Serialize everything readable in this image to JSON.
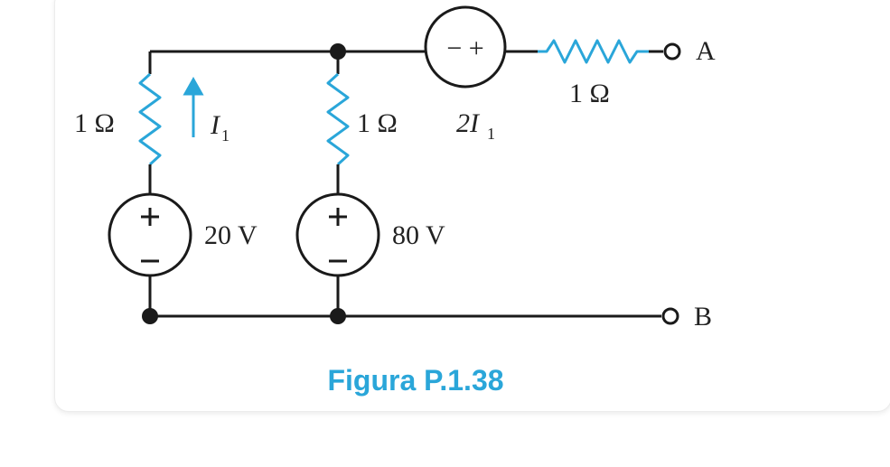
{
  "labels": {
    "r_left": "1 Ω",
    "r_mid": "1 Ω",
    "r_top": "1 Ω",
    "src_left": "20 V",
    "src_mid": "80 V",
    "dep_src_coef": "2I",
    "dep_src_sub": "1",
    "current": "I",
    "current_sub": "1",
    "terminal_a": "A",
    "terminal_b": "B",
    "plus": "+",
    "minus": "−",
    "dep_signs": "− +"
  },
  "caption": "Figura P.1.38",
  "colors": {
    "accent": "#2aa6d9",
    "wire": "#1a1a1a"
  }
}
